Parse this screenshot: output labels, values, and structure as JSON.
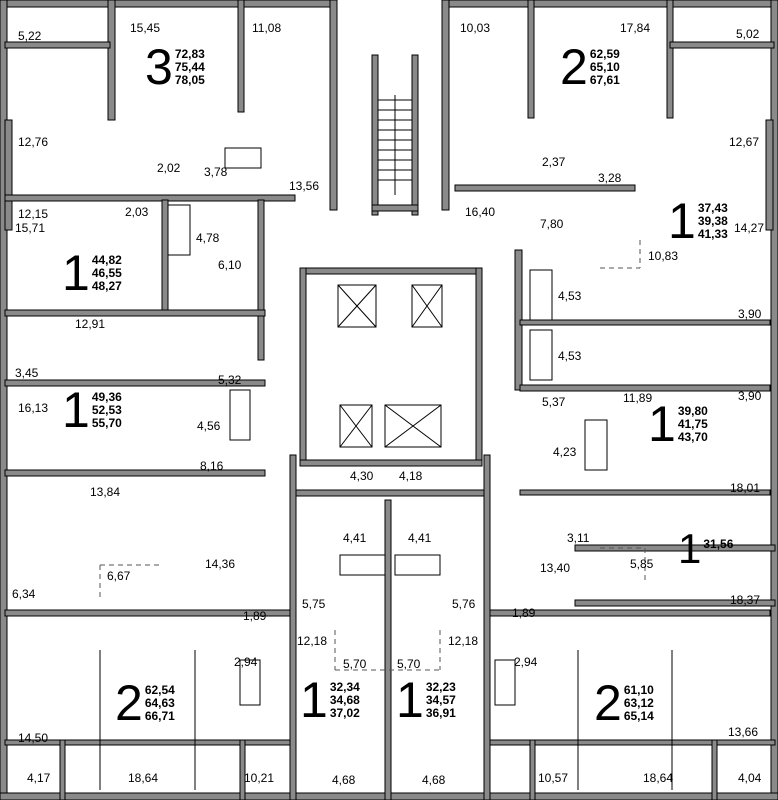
{
  "floorplan": {
    "colors": {
      "wall": "#000000",
      "wall_fill": "#7a7a7a",
      "background": "#ffffff",
      "dashed": "#555555"
    },
    "apartments": [
      {
        "id": "a3",
        "rooms": "3",
        "areas": [
          "72,83",
          "75,44",
          "78,05"
        ]
      },
      {
        "id": "a2r",
        "rooms": "2",
        "areas": [
          "62,59",
          "65,10",
          "67,61"
        ]
      },
      {
        "id": "a1a",
        "rooms": "1",
        "areas": [
          "37,43",
          "39,38",
          "41,33"
        ]
      },
      {
        "id": "a1b",
        "rooms": "1",
        "areas": [
          "44,82",
          "46,55",
          "48,27"
        ]
      },
      {
        "id": "a1c",
        "rooms": "1",
        "areas": [
          "49,36",
          "52,53",
          "55,70"
        ]
      },
      {
        "id": "a1d",
        "rooms": "1",
        "areas": [
          "39,80",
          "41,75",
          "43,70"
        ]
      },
      {
        "id": "a1e",
        "rooms": "1",
        "areas": [
          "31,56"
        ]
      },
      {
        "id": "a2bl",
        "rooms": "2",
        "areas": [
          "62,54",
          "64,63",
          "66,71"
        ]
      },
      {
        "id": "a1f",
        "rooms": "1",
        "areas": [
          "32,34",
          "34,68",
          "37,02"
        ]
      },
      {
        "id": "a1g",
        "rooms": "1",
        "areas": [
          "32,23",
          "34,57",
          "36,91"
        ]
      },
      {
        "id": "a2br",
        "rooms": "2",
        "areas": [
          "61,10",
          "63,12",
          "65,14"
        ]
      }
    ],
    "room_areas": [
      "5,22",
      "15,45",
      "11,08",
      "10,03",
      "17,84",
      "5,02",
      "12,76",
      "12,67",
      "2,02",
      "3,78",
      "13,56",
      "2,37",
      "3,28",
      "12,15",
      "2,03",
      "16,40",
      "7,80",
      "15,71",
      "4,78",
      "14,27",
      "6,10",
      "10,83",
      "12,91",
      "4,53",
      "3,90",
      "4,53",
      "3,45",
      "5,32",
      "11,89",
      "3,90",
      "16,13",
      "5,37",
      "4,56",
      "8,16",
      "4,30",
      "4,18",
      "4,23",
      "13,84",
      "18,01",
      "4,41",
      "4,41",
      "3,11",
      "6,67",
      "14,36",
      "5,85",
      "13,40",
      "6,34",
      "18,37",
      "1,89",
      "5,75",
      "5,76",
      "1,89",
      "12,18",
      "12,18",
      "2,94",
      "2,94",
      "5,70",
      "5,70",
      "14,50",
      "13,66",
      "4,17",
      "18,64",
      "10,21",
      "4,68",
      "4,68",
      "10,57",
      "18,64",
      "4,04"
    ]
  }
}
